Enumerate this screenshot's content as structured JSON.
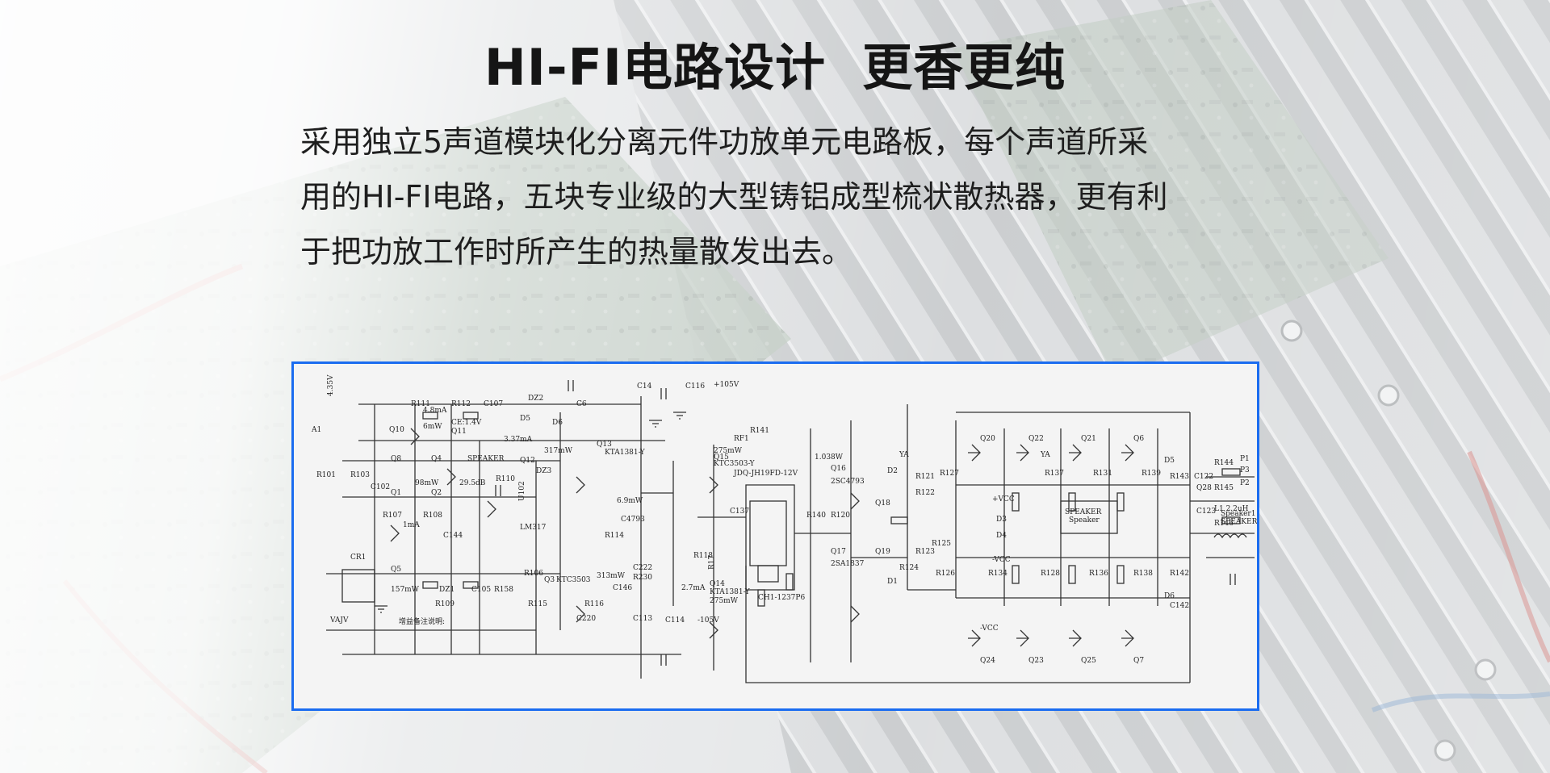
{
  "headline": "HI-FI电路设计  更香更纯",
  "description_lines": [
    "采用独立5声道模块化分离元件功放单元电路板，每个声道所采",
    "用的HI-FI电路，五块专业级的大型铸铝成型梳状散热器，更有利",
    "于把功放工作时所产生的热量散发出去。"
  ],
  "colors": {
    "frame_border": "#1a6cf0",
    "heading_text": "#151515",
    "body_text": "#1e1e1e"
  },
  "schematic": {
    "labels": {
      "v435": "4.35V",
      "ma48": "4.8mA",
      "r111": "R111",
      "r112": "R112",
      "c107": "C107",
      "dz2": "DZ2",
      "c6": "C6",
      "c14": "C14",
      "c116": "C116",
      "v105": "+105V",
      "d5": "D5",
      "d6": "D6",
      "mw6": "6mW",
      "ce14": "CE:1.4V",
      "q10": "Q10",
      "q11": "Q11",
      "ma337": "3.37mA",
      "mw317": "317mW",
      "q13": "Q13",
      "kta1381": "KTA1381-Y",
      "rf1": "RF1",
      "r141": "R141",
      "mw275a": "275mW",
      "q15": "Q15",
      "ktc3503": "KTC3503-Y",
      "a1": "A1",
      "q8": "Q8",
      "q4": "Q4",
      "speaker": "SPEAKER",
      "q12": "Q12",
      "dz3": "DZ3",
      "mw98": "98mW",
      "db295": "29.5dB",
      "r110": "R110",
      "r101": "R101",
      "r103": "R103",
      "c102": "C102",
      "q1": "Q1",
      "q2": "Q2",
      "u102": "U102",
      "mw69": "6.9mW",
      "c4793": "C4793",
      "jdq": "JDQ-JH19FD-12V",
      "w1038": "1.038W",
      "q16": "Q16",
      "c2sc4793": "2SC4793",
      "r107": "R107",
      "r108": "R108",
      "ma1": "1mA",
      "c144": "C144",
      "lm317": "LM317",
      "r114": "R114",
      "r120": "R120",
      "r140": "R140",
      "q18": "Q18",
      "q19": "Q19",
      "cr1": "CR1",
      "vajv": "VAJV",
      "r118": "R118",
      "r17": "R17",
      "c137": "C137",
      "ch1": "CH1-1237P6",
      "q17": "Q17",
      "c2sa1837": "2SA1837",
      "q5": "Q5",
      "mw157": "157mW",
      "dz1": "DZ1",
      "c105": "C105",
      "r158": "R158",
      "r106": "R106",
      "q3": "Q3",
      "ktc3503b": "KTC3503",
      "mw313": "313mW",
      "c222": "C222",
      "r230": "R230",
      "ma27": "2.7mA",
      "q14": "Q14",
      "kta1381b": "KTA1381-Y",
      "mw275b": "275mW",
      "r109": "R109",
      "r115": "R115",
      "r116": "R116",
      "c146": "C146",
      "c220": "C220",
      "c113": "C113",
      "c114": "C114",
      "vm105": "-105V",
      "note": "增益备注说明:",
      "vcc": "+VCC",
      "vcc_neg": "-VCC",
      "vcc_bottom": "-VCC",
      "d3": "D3",
      "d4": "D4",
      "d1": "D1",
      "d2": "D2",
      "speaker2": "SPEAKER",
      "speaker2b": "Speaker",
      "p1": "P1",
      "p3": "P3",
      "p2": "P2",
      "r144": "R144",
      "r145": "R145",
      "r146": "R146",
      "l1": "L1 2.2uH",
      "speaker1": "Speaker1",
      "speaker1b": "SPEAKER1",
      "q28": "Q28",
      "c122": "C122",
      "c123": "C123",
      "d5b": "D5",
      "d6b": "D6",
      "r143": "R143",
      "r142": "R142",
      "c142": "C142",
      "ya1": "YA",
      "ya2": "YA",
      "q20": "Q20",
      "q22": "Q22",
      "q21": "Q21",
      "q6": "Q6",
      "q23": "Q23",
      "q25": "Q25",
      "q7": "Q7",
      "q24": "Q24",
      "r121": "R121",
      "r122": "R122",
      "r123": "R123",
      "r124": "R124",
      "r125": "R125",
      "r126": "R126",
      "r127": "R127",
      "r128": "R128",
      "r131": "R131",
      "r134": "R134",
      "r136": "R136",
      "r138": "R138",
      "r139": "R139",
      "r137": "R137"
    }
  }
}
